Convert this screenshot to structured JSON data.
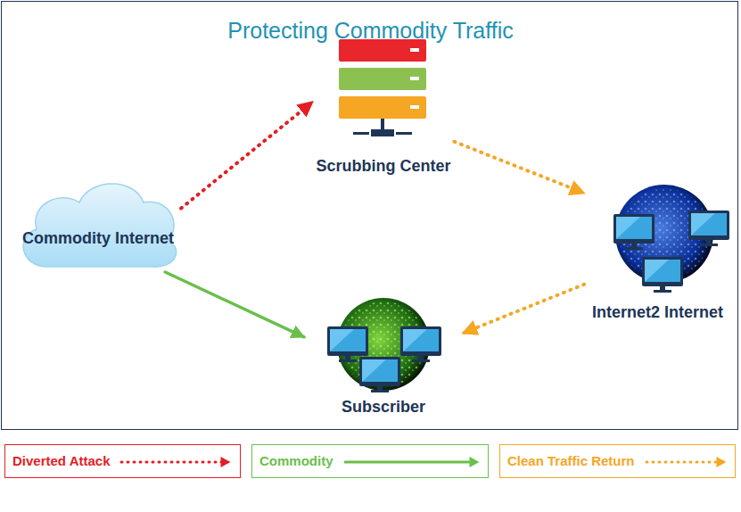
{
  "diagram": {
    "title": "Protecting Commodity Traffic",
    "nodes": [
      {
        "text": [
          "Scrubbing Center"
        ]
      },
      {
        "text": [
          "Commodity Internet"
        ]
      },
      {
        "text": [
          "Internet2 Internet"
        ]
      },
      {
        "text": [
          "Subscriber"
        ]
      }
    ],
    "edges": [
      {
        "from": 1,
        "to": 0,
        "arrow": "to"
      },
      {
        "from": 0,
        "to": 2,
        "arrow": "to"
      },
      {
        "from": 2,
        "to": 3,
        "arrow": "to"
      },
      {
        "from": 1,
        "to": 3,
        "arrow": "to"
      }
    ],
    "legend": [
      {
        "text": "Diverted Attack"
      },
      {
        "text": "Commodity"
      },
      {
        "text": "Clean Traffic Return"
      }
    ]
  }
}
